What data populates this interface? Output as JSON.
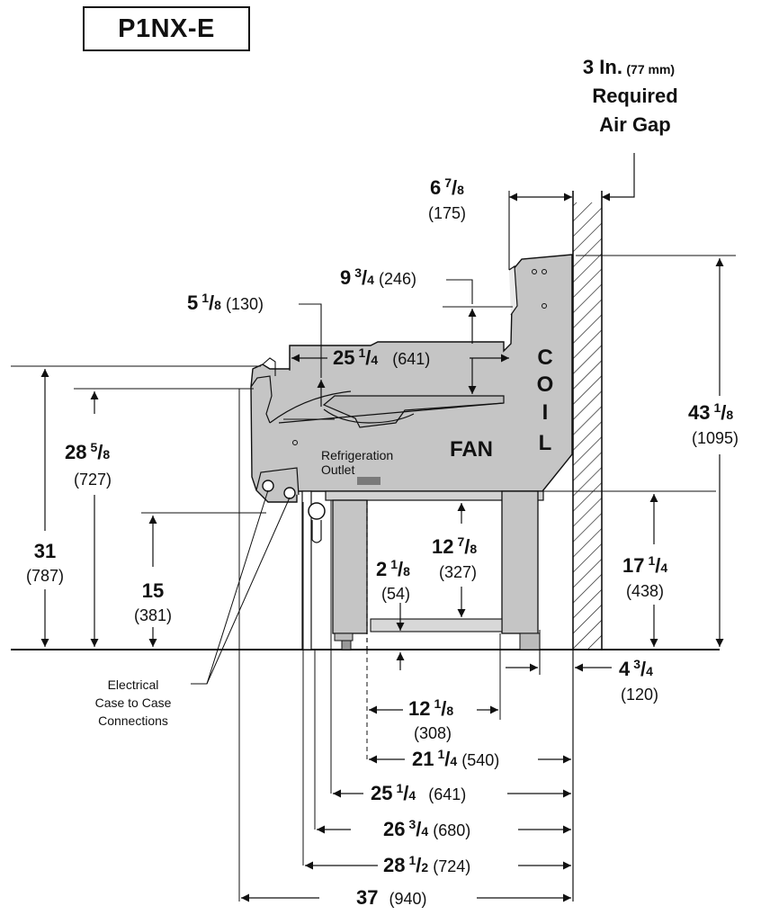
{
  "title": "P1NX-E",
  "air_gap": {
    "line1_big": "3 In.",
    "line1_small": "(77 mm)",
    "line2": "Required",
    "line3": "Air Gap"
  },
  "case_labels": {
    "coil_c": "C",
    "coil_o": "O",
    "coil_i": "I",
    "coil_l": "L",
    "fan": "FAN",
    "refrigeration_1": "Refrigeration",
    "refrigeration_2": "Outlet"
  },
  "electrical": [
    "Electrical",
    "Case to Case",
    "Connections"
  ],
  "dims": {
    "d6_78": {
      "whole": "6",
      "num": "7",
      "den": "8",
      "mm": "(175)"
    },
    "d9_34": {
      "whole": "9",
      "num": "3",
      "den": "4",
      "mm": "(246)"
    },
    "d5_18": {
      "whole": "5",
      "num": "1",
      "den": "8",
      "mm": "(130)"
    },
    "d25_14_top": {
      "whole": "25",
      "num": "1",
      "den": "4",
      "mm": "(641)"
    },
    "d43_18": {
      "whole": "43",
      "num": "1",
      "den": "8",
      "mm": "(1095)"
    },
    "d28_58": {
      "whole": "28",
      "num": "5",
      "den": "8",
      "mm": "(727)"
    },
    "d31": {
      "whole": "31",
      "mm": "(787)"
    },
    "d15": {
      "whole": "15",
      "mm": "(381)"
    },
    "d12_78": {
      "whole": "12",
      "num": "7",
      "den": "8",
      "mm": "(327)"
    },
    "d2_18": {
      "whole": "2",
      "num": "1",
      "den": "8",
      "mm": "(54)"
    },
    "d17_14": {
      "whole": "17",
      "num": "1",
      "den": "4",
      "mm": "(438)"
    },
    "d4_34": {
      "whole": "4",
      "num": "3",
      "den": "4",
      "mm": "(120)"
    },
    "d12_18": {
      "whole": "12",
      "num": "1",
      "den": "8",
      "mm": "(308)"
    },
    "d21_14": {
      "whole": "21",
      "num": "1",
      "den": "4",
      "mm": "(540)"
    },
    "d25_14_bot": {
      "whole": "25",
      "num": "1",
      "den": "4",
      "mm": "(641)"
    },
    "d26_34": {
      "whole": "26",
      "num": "3",
      "den": "4",
      "mm": "(680)"
    },
    "d28_12": {
      "whole": "28",
      "num": "1",
      "den": "2",
      "mm": "(724)"
    },
    "d37": {
      "whole": "37",
      "mm": "(940)"
    }
  }
}
